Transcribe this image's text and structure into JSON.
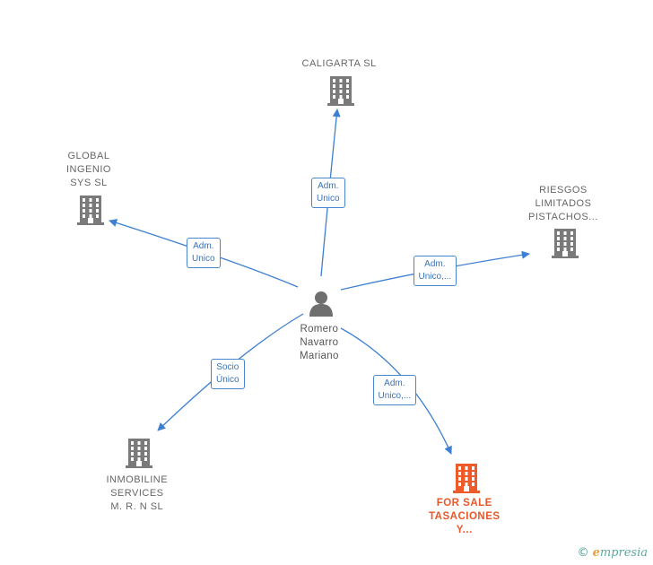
{
  "center": {
    "name_lines": [
      "Romero",
      "Navarro",
      "Mariano"
    ],
    "icon": "person-icon"
  },
  "companies": [
    {
      "id": "caligarta",
      "lines": [
        "CALIGARTA SL"
      ],
      "icon": "building-icon",
      "highlight": false
    },
    {
      "id": "global",
      "lines": [
        "GLOBAL",
        "INGENIO",
        "SYS  SL"
      ],
      "icon": "building-icon",
      "highlight": false
    },
    {
      "id": "riesgos",
      "lines": [
        "RIESGOS",
        "LIMITADOS",
        "PISTACHOS..."
      ],
      "icon": "building-icon",
      "highlight": false
    },
    {
      "id": "inmobiline",
      "lines": [
        "INMOBILINE",
        "SERVICES",
        "M.  R. N SL"
      ],
      "icon": "building-icon",
      "highlight": false
    },
    {
      "id": "forsale",
      "lines": [
        "FOR SALE",
        "TASACIONES",
        "Y..."
      ],
      "icon": "building-icon",
      "highlight": true
    }
  ],
  "relations": [
    {
      "to": "caligarta",
      "lines": [
        "Adm.",
        "Unico"
      ]
    },
    {
      "to": "global",
      "lines": [
        "Adm.",
        "Unico"
      ]
    },
    {
      "to": "riesgos",
      "lines": [
        "Adm.",
        "Unico,..."
      ]
    },
    {
      "to": "inmobiline",
      "lines": [
        "Socio",
        "Único"
      ]
    },
    {
      "to": "forsale",
      "lines": [
        "Adm.",
        "Unico,..."
      ]
    }
  ],
  "colors": {
    "edge": "#3d7fd1",
    "building": "#7a7a7a",
    "building_highlight": "#ef5a2a",
    "person": "#6f6f6f"
  },
  "watermark": {
    "copyright": "©",
    "brand_initial": "e",
    "brand_rest": "mpresia"
  }
}
